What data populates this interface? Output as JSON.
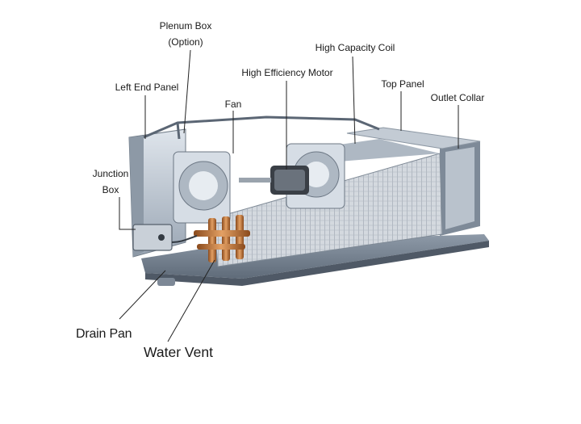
{
  "labels": {
    "plenum_box_line1": "Plenum Box",
    "plenum_box_line2": "(Option)",
    "high_capacity_coil": "High Capacity Coil",
    "high_efficiency_motor": "High Efficiency Motor",
    "left_end_panel": "Left End Panel",
    "top_panel": "Top Panel",
    "outlet_collar": "Outlet Collar",
    "fan": "Fan",
    "junction_box_line1": "Junction",
    "junction_box_line2": "Box",
    "drain_pan": "Drain Pan",
    "water_vent": "Water Vent"
  },
  "colors": {
    "background": "#ffffff",
    "housing": "#a8b4c2",
    "coil_fins": "#c9cfd6",
    "copper": "#c97a3a",
    "leader_line": "#222222"
  }
}
